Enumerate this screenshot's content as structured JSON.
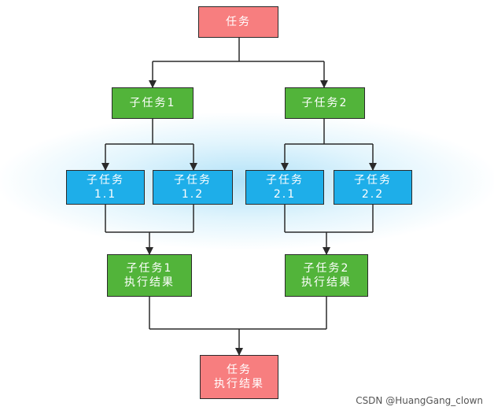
{
  "nodes": {
    "task": {
      "line1": "任务",
      "line2": ""
    },
    "subtask1": {
      "line1": "子任务1",
      "line2": ""
    },
    "subtask2": {
      "line1": "子任务2",
      "line2": ""
    },
    "subtask1_1": {
      "line1": "子任务",
      "line2": "1.1"
    },
    "subtask1_2": {
      "line1": "子任务",
      "line2": "1.2"
    },
    "subtask2_1": {
      "line1": "子任务",
      "line2": "2.1"
    },
    "subtask2_2": {
      "line1": "子任务",
      "line2": "2.2"
    },
    "result1": {
      "line1": "子任务1",
      "line2": "执行结果"
    },
    "result2": {
      "line1": "子任务2",
      "line2": "执行结果"
    },
    "final": {
      "line1": "任务",
      "line2": "执行结果"
    }
  },
  "colors": {
    "task": "#f77e7f",
    "subtask": "#52b43a",
    "leaf": "#1eaee9",
    "line": "#2a2a2a"
  },
  "watermark": "CSDN @HuangGang_clown"
}
